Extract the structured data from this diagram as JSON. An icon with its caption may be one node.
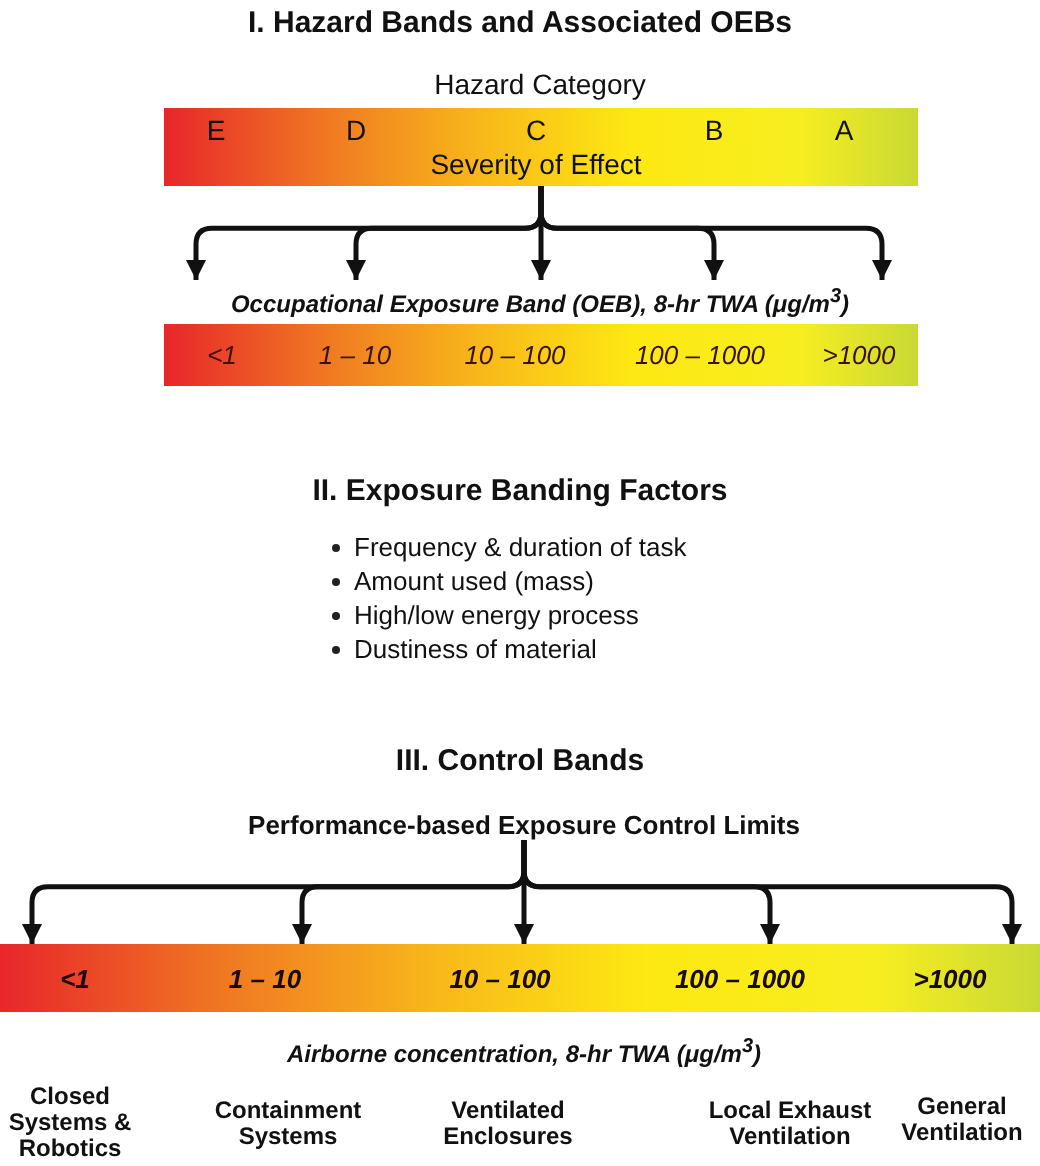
{
  "diagram": {
    "title": "I.  Hazard Bands and Associated OEBs",
    "nodes": [
      {
        "text": [
          "Hazard Category",
          "Severity of Effect"
        ]
      },
      {
        "text": [
          "E"
        ],
        "in": 0
      },
      {
        "text": [
          "D"
        ],
        "in": 0
      },
      {
        "text": [
          "C"
        ],
        "in": 0
      },
      {
        "text": [
          "B"
        ],
        "in": 0
      },
      {
        "text": [
          "A"
        ],
        "in": 0
      },
      {
        "text": [
          "Occupational Exposure Band (OEB), 8-hr TWA (μg/m$^{3}$)"
        ]
      },
      {
        "text": [
          "<1"
        ],
        "in": 6
      },
      {
        "text": [
          "1 – 10"
        ],
        "in": 6
      },
      {
        "text": [
          "10 – 100"
        ],
        "in": 6
      },
      {
        "text": [
          "100 – 1000"
        ],
        "in": 6
      },
      {
        "text": [
          ">1000"
        ],
        "in": 6
      },
      {
        "text": [
          "Performance-based Exposure Control Limits"
        ]
      },
      {
        "text": [
          "Airborne concentration, 8-hr TWA (μg/m$^{3}$)"
        ]
      },
      {
        "text": [
          "<1"
        ],
        "in": 13
      },
      {
        "text": [
          "1 – 10"
        ],
        "in": 13
      },
      {
        "text": [
          "10 – 100"
        ],
        "in": 13
      },
      {
        "text": [
          "100 – 1000"
        ],
        "in": 13
      },
      {
        "text": [
          ">1000"
        ],
        "in": 13
      }
    ],
    "edges": [
      {
        "from": 0,
        "to": 6,
        "arrow": "to"
      },
      {
        "from": 0,
        "to": 6,
        "arrow": "to"
      },
      {
        "from": 0,
        "to": 6,
        "arrow": "to"
      },
      {
        "from": 0,
        "to": 6,
        "arrow": "to"
      },
      {
        "from": 0,
        "to": 6,
        "arrow": "to"
      },
      {
        "from": 12,
        "to": 14,
        "arrow": "to"
      },
      {
        "from": 12,
        "to": 15,
        "arrow": "to"
      },
      {
        "from": 12,
        "to": 16,
        "arrow": "to"
      },
      {
        "from": 12,
        "to": 17,
        "arrow": "to"
      },
      {
        "from": 12,
        "to": 18,
        "arrow": "to"
      }
    ],
    "labels": [
      "II. Exposure Banding Factors",
      "Frequency & duration of task",
      "Amount used (mass)",
      "High/low energy process",
      "Dustiness of material",
      "III.  Control Bands",
      "Closed Systems & Robotics",
      "Containment Systems",
      "Ventilated Enclosures",
      "Local Exhaust Ventilation",
      "General Ventilation"
    ]
  }
}
